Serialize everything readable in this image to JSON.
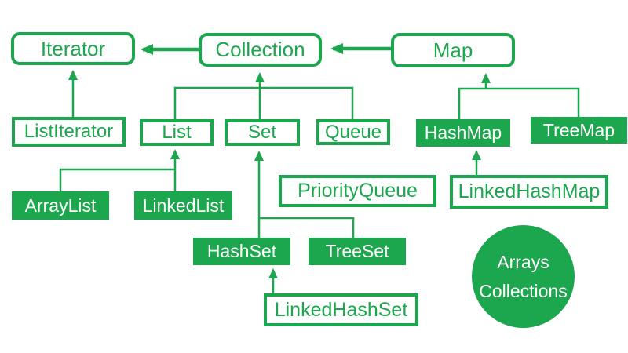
{
  "diagram": {
    "title_semantic": "Java Collections Framework hierarchy",
    "colors": {
      "accent": "#1CA64E",
      "text_on_fill": "#FFFFFF",
      "background": "#FFFFFF"
    },
    "nodes": {
      "iterator": {
        "label": "Iterator"
      },
      "collection": {
        "label": "Collection"
      },
      "map": {
        "label": "Map"
      },
      "listiterator": {
        "label": "ListIterator"
      },
      "list": {
        "label": "List"
      },
      "set": {
        "label": "Set"
      },
      "queue": {
        "label": "Queue"
      },
      "hashmap": {
        "label": "HashMap"
      },
      "treemap": {
        "label": "TreeMap"
      },
      "arraylist": {
        "label": "ArrayList"
      },
      "linkedlist": {
        "label": "LinkedList"
      },
      "priorityqueue": {
        "label": "PriorityQueue"
      },
      "linkedhashmap": {
        "label": "LinkedHashMap"
      },
      "hashset": {
        "label": "HashSet"
      },
      "treeset": {
        "label": "TreeSet"
      },
      "linkedhashset": {
        "label": "LinkedHashSet"
      },
      "utility_circle": {
        "line1": "Arrays",
        "line2": "Collections"
      }
    },
    "edges": [
      "Collection -> Iterator",
      "Map -> Collection",
      "ListIterator -> Iterator",
      "List -> Collection (branch with Set, Queue)",
      "HashMap/TreeMap -> Map (branch)",
      "ArrayList/LinkedList -> List (branch)",
      "HashSet/TreeSet -> Set (branch)",
      "LinkedHashSet -> HashSet",
      "LinkedHashMap -> HashMap"
    ]
  }
}
